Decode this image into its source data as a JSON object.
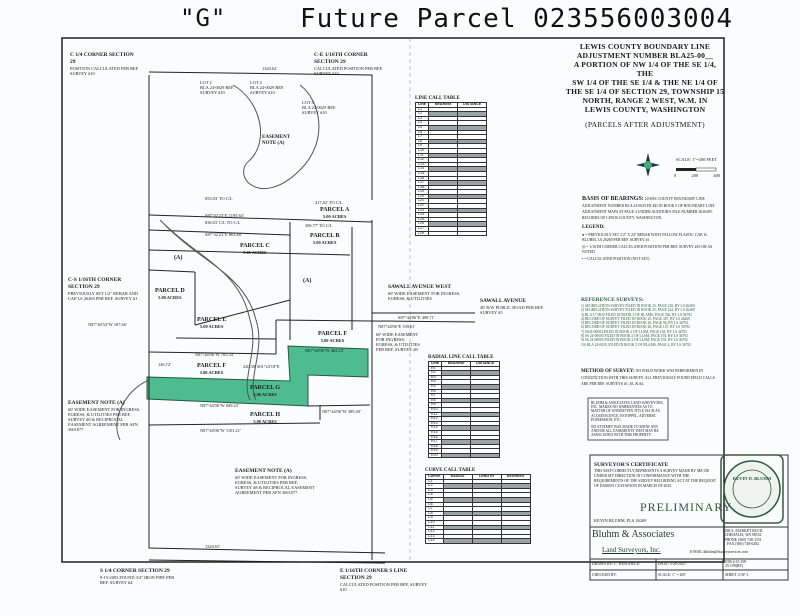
{
  "handwritten_header": {
    "tag": "\"G\"",
    "title": "Future Parcel 023556003004"
  },
  "title_block": {
    "lines": [
      "LEWIS COUNTY BOUNDARY LINE",
      "ADJUSTMENT NUMBER BLA25-00__",
      "A PORTION OF NW 1/4 OF THE SE 1/4, THE",
      "SW 1/4 OF THE SE 1/4 & THE NE 1/4 OF",
      "THE SE 1/4 OF SECTION 29, TOWNSHIP 15",
      "NORTH, RANGE 2 WEST, W.M. IN",
      "LEWIS COUNTY, WASHINGTON"
    ],
    "subtitle": "(PARCELS AFTER ADJUSTMENT)"
  },
  "scale_bar": {
    "label": "SCALE: 1\"=200 FEET",
    "ticks": [
      "0",
      "200",
      "400"
    ]
  },
  "basis_of_bearings": {
    "heading": "BASIS OF BEARINGS:",
    "text": "LEWIS COUNTY BOUNDARY LINE ADJUSTMENT NUMBER BLA 24-0029 FILED IN BOOK 5 OF BOUNDARY LINE ADJUSTMENT MAPS AT PAGE 4 UNDER AUDITOR'S FILE NUMBER 3616385, RECORDS OF LEWIS COUNTY, WASHINGTON."
  },
  "legend": {
    "heading": "LEGEND:",
    "items": [
      "= PREVIOUSLY SET 1/2\" X 24\" REBAR WITH YELLOW PLASTIC CAP: K. BLUHM, LS 26269 PER REF. SURVEY #1",
      "= 1/16TH CORNER CALCULATED POSITION PER REF. SURVEY #10 OR AS NOTED",
      "= CALCULATED POSITION (NOT SET)"
    ]
  },
  "reference_surveys": {
    "heading": "REFERENCE SURVEYS:",
    "items": [
      "1) SEGREGATION SURVEY FILED IN BOOK 25, PAGE 210, BY LS 26269",
      "2) SEGREGATION SURVEY FILED IN BOOK 25, PAGE 244, BY LS 26269",
      "3) BLA 17-0020 FILED IN BOOK 3 OF BLAMS, PAGE 236, BY LS 36792",
      "4) RECORD OF SURVEY FILED IN BOOK 25, PAGE 307, BY LS 26269",
      "5) RECORD OF SURVEY FILED IN BOOK 26, PAGE 96, BY LS 36792",
      "6) RECORD OF SURVEY FILED IN BOOK 26, PAGE 147, BY LS 36792",
      "7) SS24-00004 FILED IN BOOK 2 OF LLSM, PAGE 163, BY LS 36792",
      "8) SS 24-00005 FILED IN BOOK 2 OF LLSM, PAGE 193, BY LS 36792",
      "9) SS 24-00005 FILED IN BOOK 2 OF LLSM, PAGE 194, BY LS 36792",
      "10) BLA 24-0029, FILED IN BOOK 5 OF BLAMS, PAGE 4, BY LS 36792"
    ]
  },
  "method_of_survey": {
    "heading": "METHOD OF SURVEY:",
    "text": "NO FIELD WORK WAS PERFORMED IN CONJUNCTION WITH THIS SURVEY. ALL PREVIOUSLY FOUND FIELD CALLS ARE PER REF. SURVEYS #1, #3, & #4."
  },
  "disclaimer": {
    "p1": "BLUHM & ASSOCIATES LAND SURVEYORS, INC. MAKES NO WARRANTIES AS TO MATTER OF UNWRITTEN TITLE SUCH AS ACQUIESCENCE, ESTOPPEL, ADVERSE POSSESSION, ETC.",
    "p2": "NO ATTEMPT WAS MADE TO SHOW ANY AND/OR ALL EASEMENTS THAT MAY BE ASSOCIATED WITH THIS PROPERTY."
  },
  "surveyor_certificate": {
    "heading": "SURVEYOR'S CERTIFICATE",
    "text": "THIS MAP CORRECTLY REPRESENTS A SURVEY MADE BY ME OR UNDER MY DIRECTION IN CONFORMANCE WITH THE REQUIREMENTS OF THE SURVEY RECORDING ACT AT THE REQUEST OF DAMON CUSTAFSON IN MARCH OF 2025.",
    "signer": "KEVIN BLUHM, PLS 26269",
    "seal_text": "KEVIN D. BLUHM",
    "stamp": "PRELIMINARY"
  },
  "company": {
    "name": "Bluhm & Associates",
    "subname": "Land Surveyors, Inc.",
    "address": [
      "1068 S. MARKET BLVD.",
      "CHEHALIS, WA 98532",
      "PHONE (360) 748-1551",
      "FAX (360) 748-6282"
    ],
    "email": "E-MAIL:kbluhm@bsurveyservices.com"
  },
  "info_rows": {
    "drawn_by": "DRAWN BY: C. WINGFIELD",
    "date": "DATE: 5-28-2025",
    "job": "JOB # 25-199",
    "job2": "25-199(RF)",
    "checked_by": "CHECKED BY:",
    "scale": "SCALE: 1\" = 200'",
    "sheet": "SHEET 2 OF 3"
  },
  "map": {
    "corners": {
      "c_quarter": {
        "title": "C 1/4 CORNER SECTION 29",
        "note": "POSITION CALCULATED PER REF. SURVEY #10"
      },
      "ce_16th": {
        "title": "C-E 1/16TH CORNER SECTION 29",
        "note": "CALCULATED POSITION PER REF. SURVEY #10"
      },
      "cs_16th": {
        "title": "C-S 1/16TH CORNER SECTION 29",
        "note": "PREVIOUSLY SET 1/2\" REBAR AND CAP LS 26269 PER REF. SURVEY #1"
      },
      "s_quarter": {
        "title": "S 1/4 CORNER SECTION 29",
        "note": "9-15-2003 FOUND 3/4\" IRON PIPE PER REF. SURVEY #4"
      },
      "e_16th": {
        "title": "E 1/16TH CORNER S LINE SECTION 29",
        "note": "CALCULATED POSITION PER REF. SURVEY #10"
      }
    },
    "parcels": [
      {
        "name": "PARCEL A",
        "area": "5.00 ACRES"
      },
      {
        "name": "PARCEL B",
        "area": "5.00 ACRES"
      },
      {
        "name": "PARCEL C",
        "area": "5.05 ACRES"
      },
      {
        "name": "PARCEL D",
        "area": "5.00 ACRES"
      },
      {
        "name": "PARCEL E",
        "area": "5.00 ACRES"
      },
      {
        "name": "PARCEL F",
        "area": "5.00 ACRES"
      },
      {
        "name": "PARCEL F",
        "area": "5.00 ACRES"
      },
      {
        "name": "PARCEL G",
        "area": "5.00 ACRES"
      },
      {
        "name": "PARCEL H",
        "area": "5.00 ACRES"
      }
    ],
    "lots": [
      {
        "name": "LOT 2",
        "note": "BLA 24-0029 REF. SURVEY #10"
      },
      {
        "name": "LOT 4",
        "note": "BLA 24-0029 REF. SURVEY #10"
      },
      {
        "name": "LOT 5",
        "note": "BLA 24-0029 REF. SURVEY #10"
      }
    ],
    "easement_note_a": {
      "title": "EASEMENT NOTE (A)",
      "text": "60' WIDE EASEMENT FOR INGRESS, EGRESS, & UTILITIES PER REF. SURVEY #8 & RECIPROCAL EASEMENT AGREEMENT PER AFN 3601877"
    },
    "easement_note_a2": {
      "title": "EASEMENT NOTE (A)",
      "text": "60' WIDE EASEMENT FOR INGRESS, EGRESS, & UTILITIES PER REF. SURVEY #8 & RECIPROCAL EASEMENT AGREEMENT PER AFN 3601877"
    },
    "easement_note_top": "EASEMENT NOTE (A)",
    "sawall_west": {
      "title": "SAWALL AVENUE WEST",
      "text": "60' WIDE EASEMENT FOR INGRESS, EGRESS, & UTILITIES"
    },
    "sawall_ave": {
      "title": "SAWALL AVENUE",
      "text": "40' R/W PUBLIC ROAD PER REF. SURVEY #5"
    },
    "ingress_note": "60' WIDE EASEMENT FOR INGRESS, EGRESS, & UTILITIES PER REF. SURVEY #8",
    "marker_a": "(A)",
    "dims": {
      "top": "1320.62'",
      "north_c": "853.03' TO C/L",
      "north_ca": "417.62' TO C/L",
      "bearing1": "S87°32'23\"E 1195.64'",
      "bearing1b": "838.63' C/L TO C/L",
      "bearing2": "S87°32'23\"E 863.48'",
      "parcelB": "306.77' TO C/L",
      "e_line": "N87°44'06\"E 539.61'",
      "sawall": "S87°44'06\"E 408.71'",
      "h_line": "N87°44'06\"W 1101.21'",
      "s_line": "1320.65'",
      "f_line": "N87°44'06\"W 785.34'",
      "g_line": "N87°44'06\"W 849.22'",
      "w_ref": "N87°26'54\"W 107.66'",
      "f_dim": "146.72'",
      "f_dim2": "220.39' S01°24'18\"E",
      "g_top": "N87°44'06\"W 463.23'",
      "h_r": "N87°44'06\"W 389.40'"
    }
  },
  "line_call_table": {
    "title": "LINE CALL TABLE",
    "headers": [
      "LINE",
      "BEARING",
      "DISTANCE"
    ],
    "rows": [
      "L1",
      "L2",
      "L3",
      "L4",
      "L5",
      "L6",
      "L7",
      "L8",
      "L9",
      "L10",
      "L11",
      "L12",
      "L13",
      "L14",
      "L15",
      "L16",
      "L17",
      "L18",
      "L19",
      "L20",
      "L21",
      "L22",
      "L23",
      "L24",
      "L25",
      "L26",
      "L27",
      "L28"
    ]
  },
  "radial_table": {
    "title": "RADIAL LINE CALL TABLE",
    "headers": [
      "LINE",
      "BEARING",
      "DISTANCE"
    ],
    "rows": [
      "R1",
      "R2",
      "R3",
      "R4",
      "R5",
      "R6",
      "R7",
      "R8",
      "R9",
      "R10",
      "R11",
      "R12",
      "R13",
      "R14",
      "R15",
      "R16",
      "R17",
      "R18",
      "R19",
      "R20"
    ]
  },
  "curve_table": {
    "title": "CURVE CALL TABLE",
    "headers": [
      "CURVE",
      "RADIUS",
      "LENGTH",
      "DEGREES"
    ],
    "rows": [
      "C1",
      "C2",
      "C3",
      "C4",
      "C5",
      "C6",
      "C7",
      "C8",
      "C9",
      "C10",
      "C11",
      "C12",
      "C13",
      "C14"
    ]
  },
  "colors": {
    "parcel_g_fill": "#2fb07a",
    "ink": "#1b1b1b",
    "green_ink": "#2c5a3a"
  }
}
